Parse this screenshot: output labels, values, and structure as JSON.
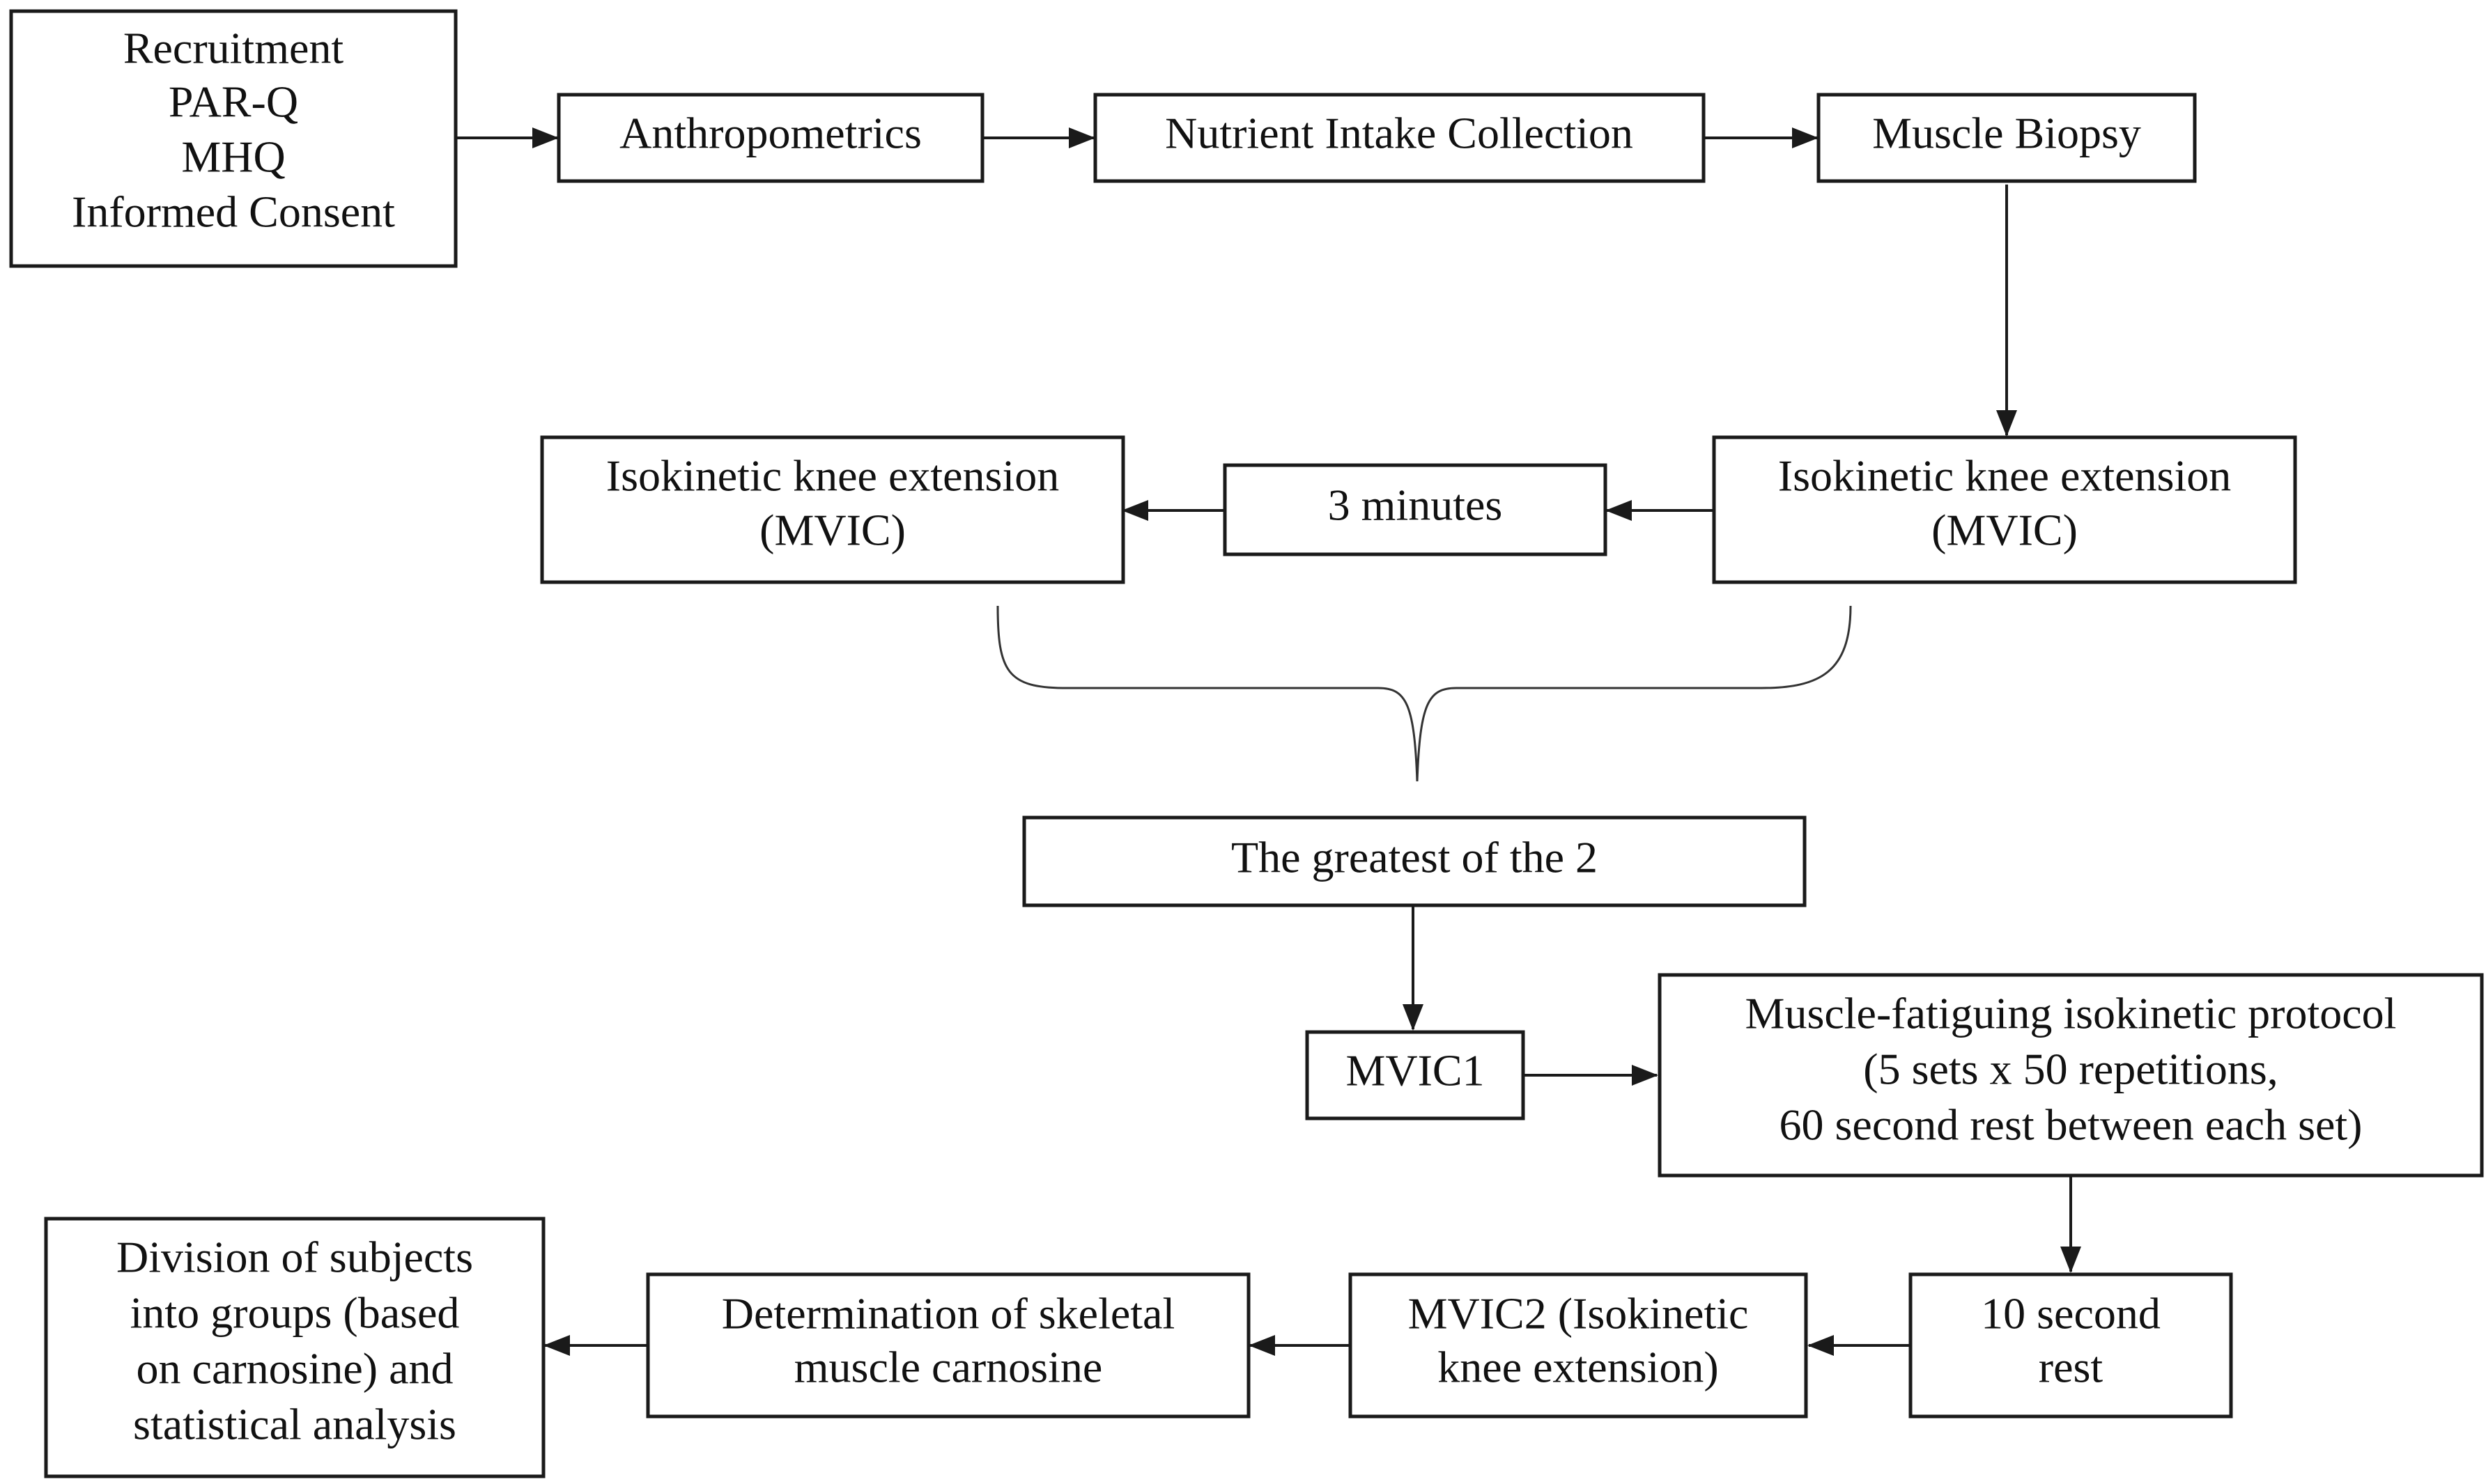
{
  "diagram": {
    "type": "flowchart",
    "stroke_color": "#1a1a1a",
    "background": "#ffffff",
    "nodes": {
      "recruitment": {
        "lines": [
          "Recruitment",
          "PAR-Q",
          "MHQ",
          "Informed Consent"
        ]
      },
      "anthropometrics": {
        "lines": [
          "Anthropometrics"
        ]
      },
      "nutrient_intake": {
        "lines": [
          "Nutrient Intake Collection"
        ]
      },
      "muscle_biopsy": {
        "lines": [
          "Muscle Biopsy"
        ]
      },
      "isokinetic_1": {
        "lines": [
          "Isokinetic knee extension",
          "(MVIC)"
        ]
      },
      "three_minutes": {
        "lines": [
          "3 minutes"
        ]
      },
      "isokinetic_2": {
        "lines": [
          "Isokinetic knee extension",
          "(MVIC)"
        ]
      },
      "greatest": {
        "lines": [
          "The greatest of the 2"
        ]
      },
      "mvic1": {
        "lines": [
          "MVIC1"
        ]
      },
      "fatigue_protocol": {
        "lines": [
          "Muscle-fatiguing isokinetic protocol",
          "(5 sets x 50 repetitions,",
          "60 second rest between each set)"
        ]
      },
      "rest_10s": {
        "lines": [
          "10 second",
          "rest"
        ]
      },
      "mvic2": {
        "lines": [
          "MVIC2 (Isokinetic",
          "knee extension)"
        ]
      },
      "carnosine": {
        "lines": [
          "Determination of skeletal",
          "muscle carnosine"
        ]
      },
      "division": {
        "lines": [
          "Division of subjects",
          "into groups (based",
          "on carnosine) and",
          "statistical analysis"
        ]
      }
    },
    "edges": [
      {
        "from": "recruitment",
        "to": "anthropometrics"
      },
      {
        "from": "anthropometrics",
        "to": "nutrient_intake"
      },
      {
        "from": "nutrient_intake",
        "to": "muscle_biopsy"
      },
      {
        "from": "muscle_biopsy",
        "to": "isokinetic_1"
      },
      {
        "from": "isokinetic_1",
        "to": "three_minutes"
      },
      {
        "from": "three_minutes",
        "to": "isokinetic_2"
      },
      {
        "from": "isokinetic_1",
        "to": "greatest",
        "style": "brace"
      },
      {
        "from": "isokinetic_2",
        "to": "greatest",
        "style": "brace"
      },
      {
        "from": "greatest",
        "to": "mvic1"
      },
      {
        "from": "mvic1",
        "to": "fatigue_protocol"
      },
      {
        "from": "fatigue_protocol",
        "to": "rest_10s"
      },
      {
        "from": "rest_10s",
        "to": "mvic2"
      },
      {
        "from": "mvic2",
        "to": "carnosine"
      },
      {
        "from": "carnosine",
        "to": "division"
      }
    ]
  }
}
